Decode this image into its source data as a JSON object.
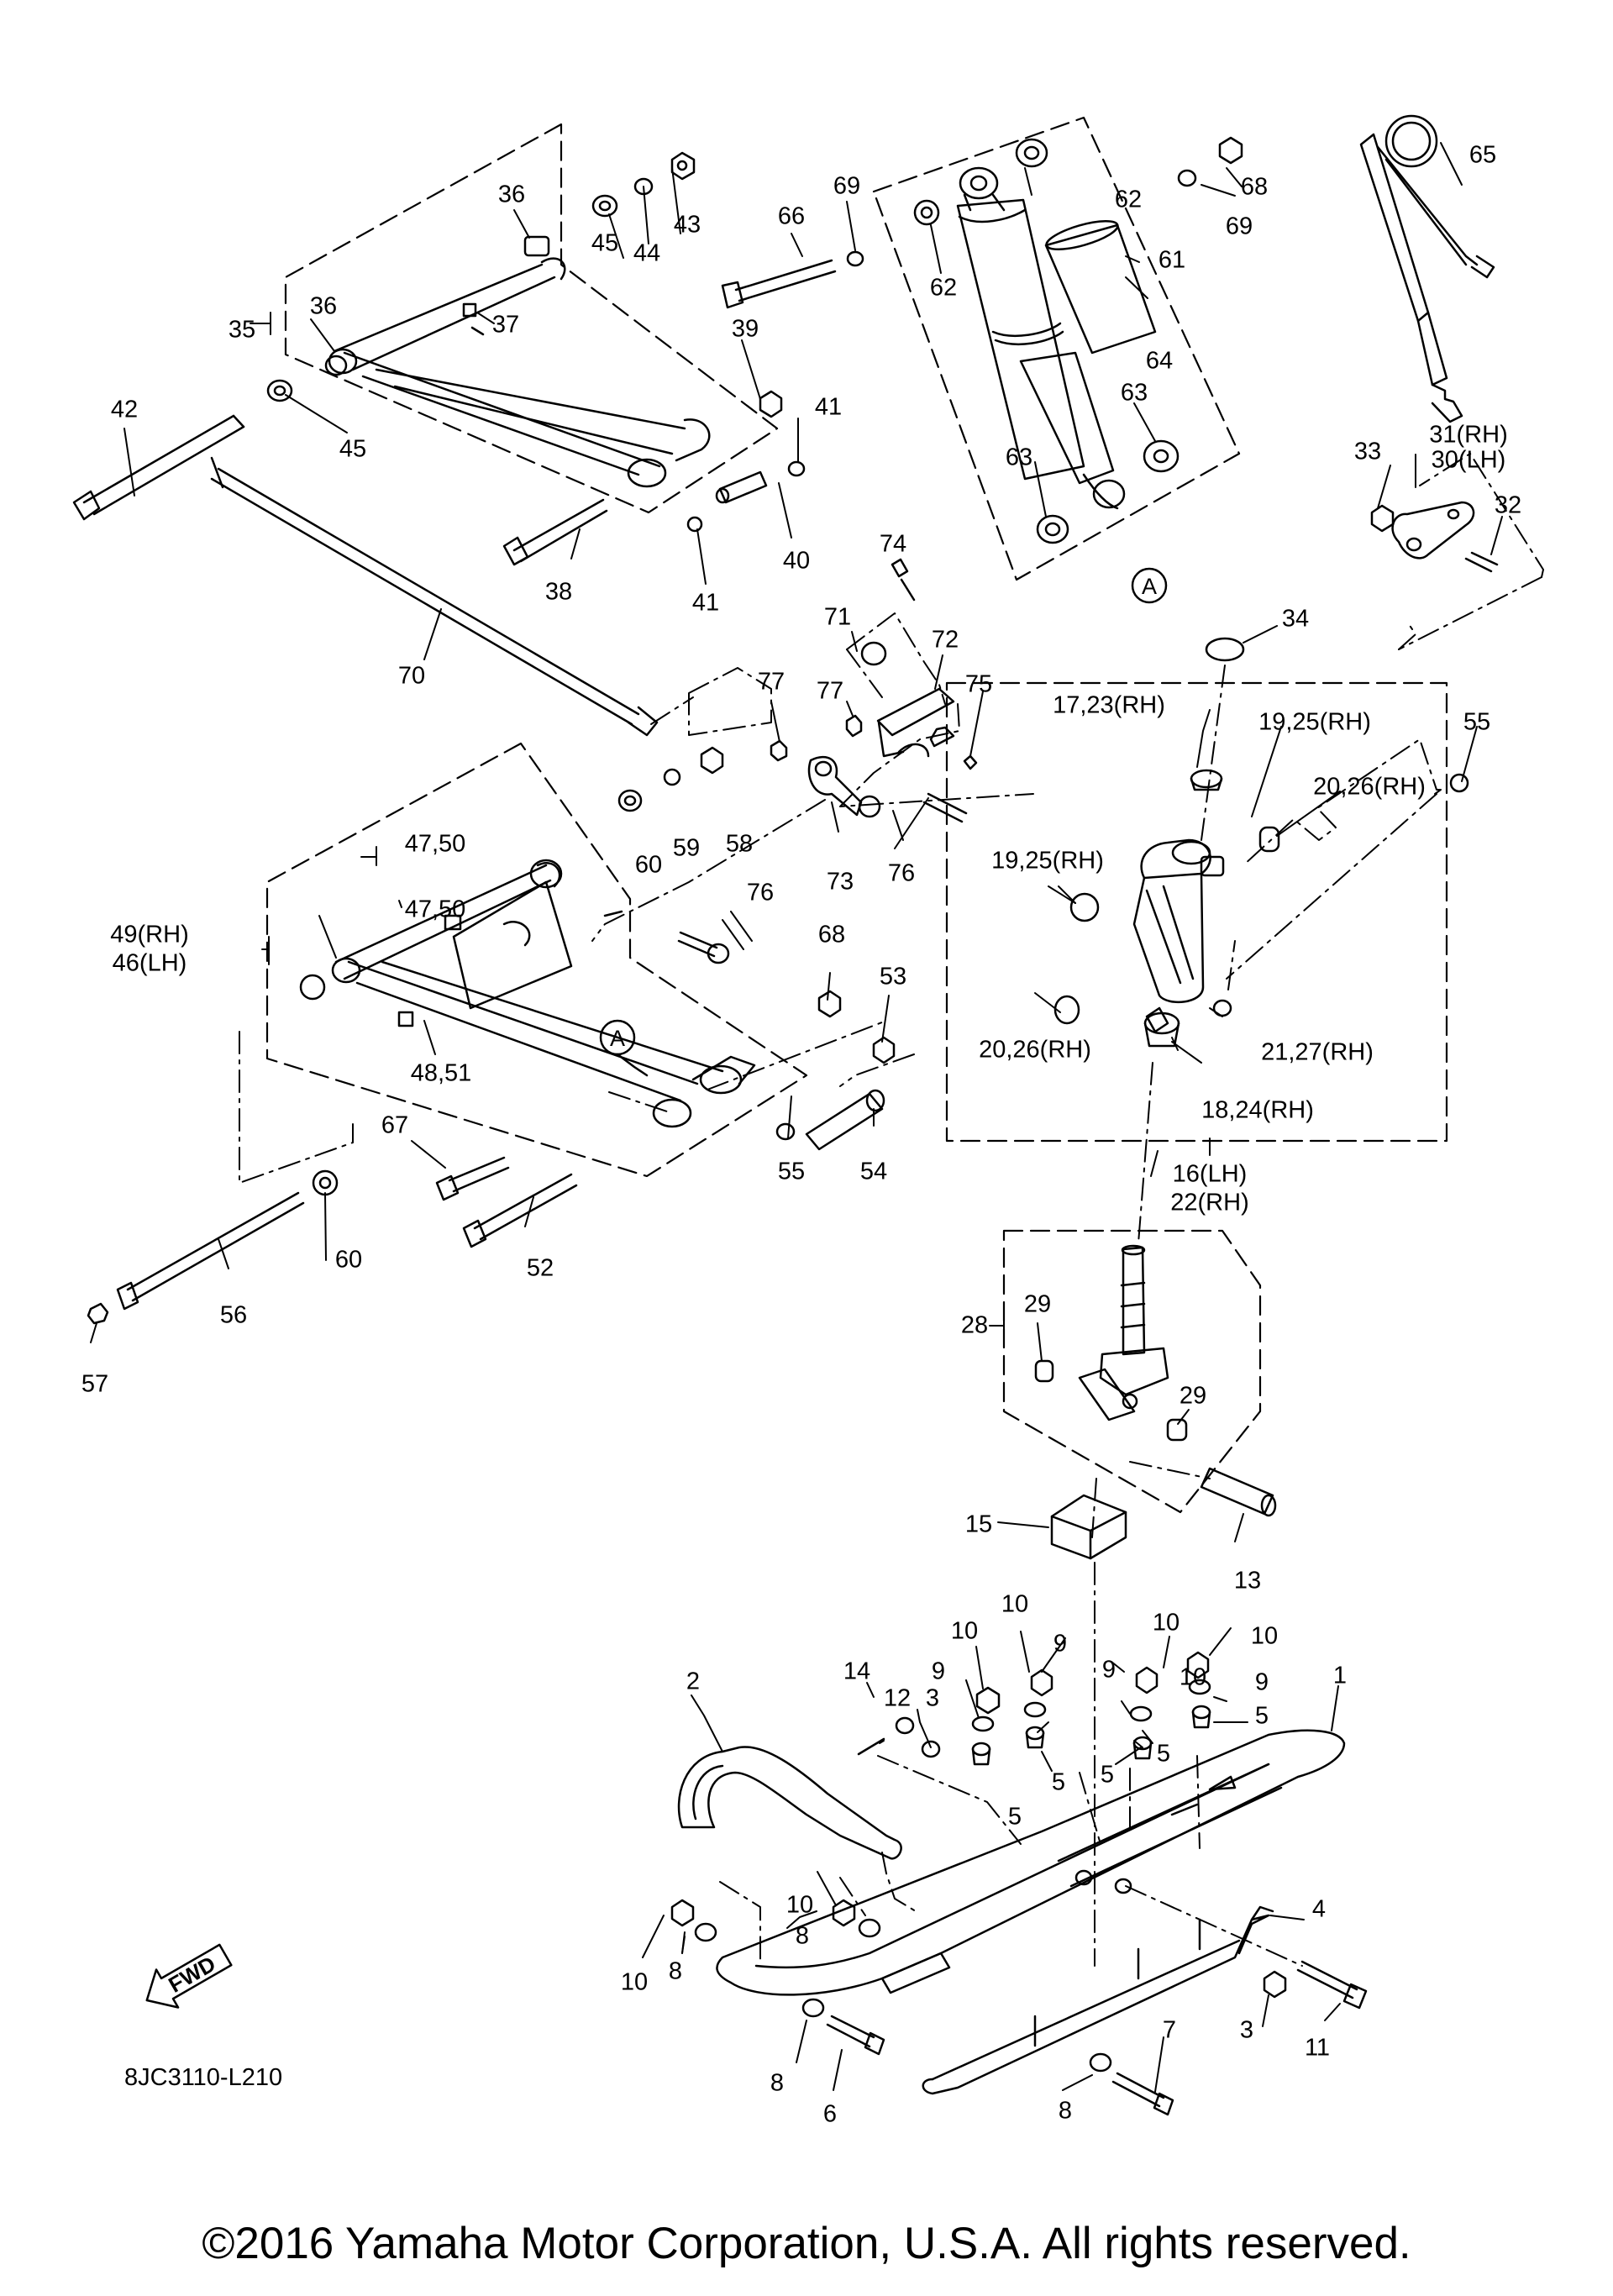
{
  "diagram": {
    "reference_code": "8JC3110-L210",
    "copyright": "©2016 Yamaha Motor Corporation, U.S.A. All rights reserved.",
    "forward_arrow_label": "FWD",
    "callout_a": "A",
    "labels": [
      "1",
      "2",
      "3",
      "3",
      "4",
      "5",
      "5",
      "5",
      "5",
      "5",
      "6",
      "7",
      "8",
      "8",
      "8",
      "8",
      "9",
      "9",
      "9",
      "9",
      "10",
      "10",
      "10",
      "10",
      "10",
      "10",
      "10",
      "11",
      "12",
      "13",
      "14",
      "15",
      "16(LH)",
      "22(RH)",
      "17,23(RH)",
      "18,24(RH)",
      "19,25(RH)",
      "19,25(RH)",
      "20,26(RH)",
      "20,26(RH)",
      "21,27(RH)",
      "28",
      "29",
      "29",
      "31(RH)",
      "30(LH)",
      "32",
      "33",
      "34",
      "35",
      "36",
      "36",
      "37",
      "38",
      "39",
      "40",
      "41",
      "41",
      "42",
      "43",
      "44",
      "45",
      "45",
      "47,50",
      "47,50",
      "49(RH)",
      "46(LH)",
      "48,51",
      "52",
      "53",
      "54",
      "55",
      "55",
      "56",
      "57",
      "58",
      "59",
      "60",
      "60",
      "61",
      "62",
      "62",
      "63",
      "63",
      "64",
      "65",
      "66",
      "67",
      "68",
      "68",
      "69",
      "69",
      "70",
      "71",
      "72",
      "73",
      "74",
      "75",
      "76",
      "76",
      "77",
      "77"
    ]
  }
}
